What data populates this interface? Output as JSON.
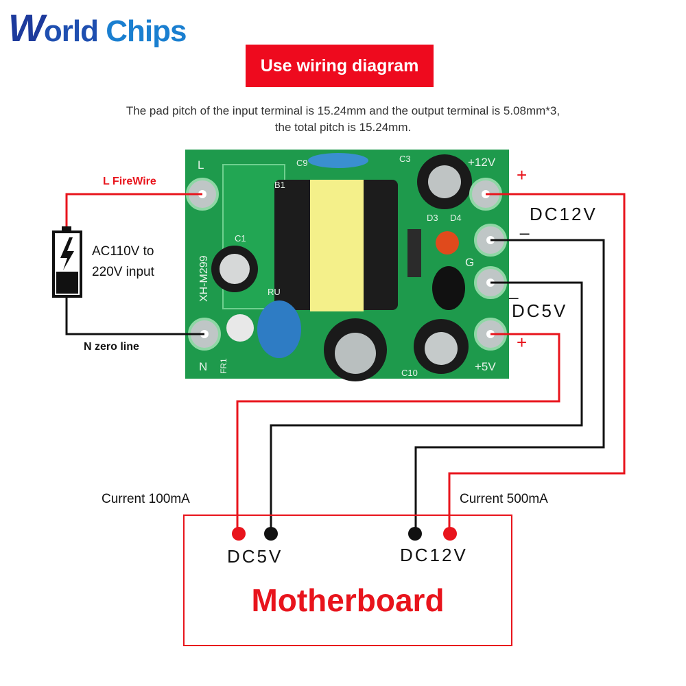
{
  "logo": {
    "text": "World Chips"
  },
  "banner": {
    "title": "Use wiring diagram"
  },
  "note": {
    "line1": "The pad pitch of the input terminal is 15.24mm and the output terminal is 5.08mm*3,",
    "line2": "the total pitch is 15.24mm."
  },
  "input": {
    "l_label": "L FireWire",
    "n_label": "N zero line",
    "source_line1": "AC110V to",
    "source_line2": "220V input"
  },
  "pcb": {
    "model": "XH-M299",
    "silk": {
      "L": "L",
      "N": "N",
      "plus12": "+12V",
      "plus5": "+5V",
      "G": "G",
      "C1": "C1",
      "C3": "C3",
      "C9": "C9",
      "B1": "B1",
      "D3": "D3",
      "D4": "D4",
      "RU": "RU",
      "FR1": "FR1",
      "C10": "C10"
    }
  },
  "outputs": {
    "dc12_label": "DC12V",
    "dc5_label": "DC5V",
    "plus": "+",
    "minus": "_"
  },
  "load": {
    "title": "Motherboard",
    "dc5": "DC5V",
    "dc12": "DC12V",
    "current_5v": "Current 100mA",
    "current_12v": "Current 500mA"
  },
  "colors": {
    "positive_wire": "#e8141c",
    "negative_wire": "#111111",
    "pcb": "#1e9a4c",
    "banner": "#ee0a1e"
  }
}
